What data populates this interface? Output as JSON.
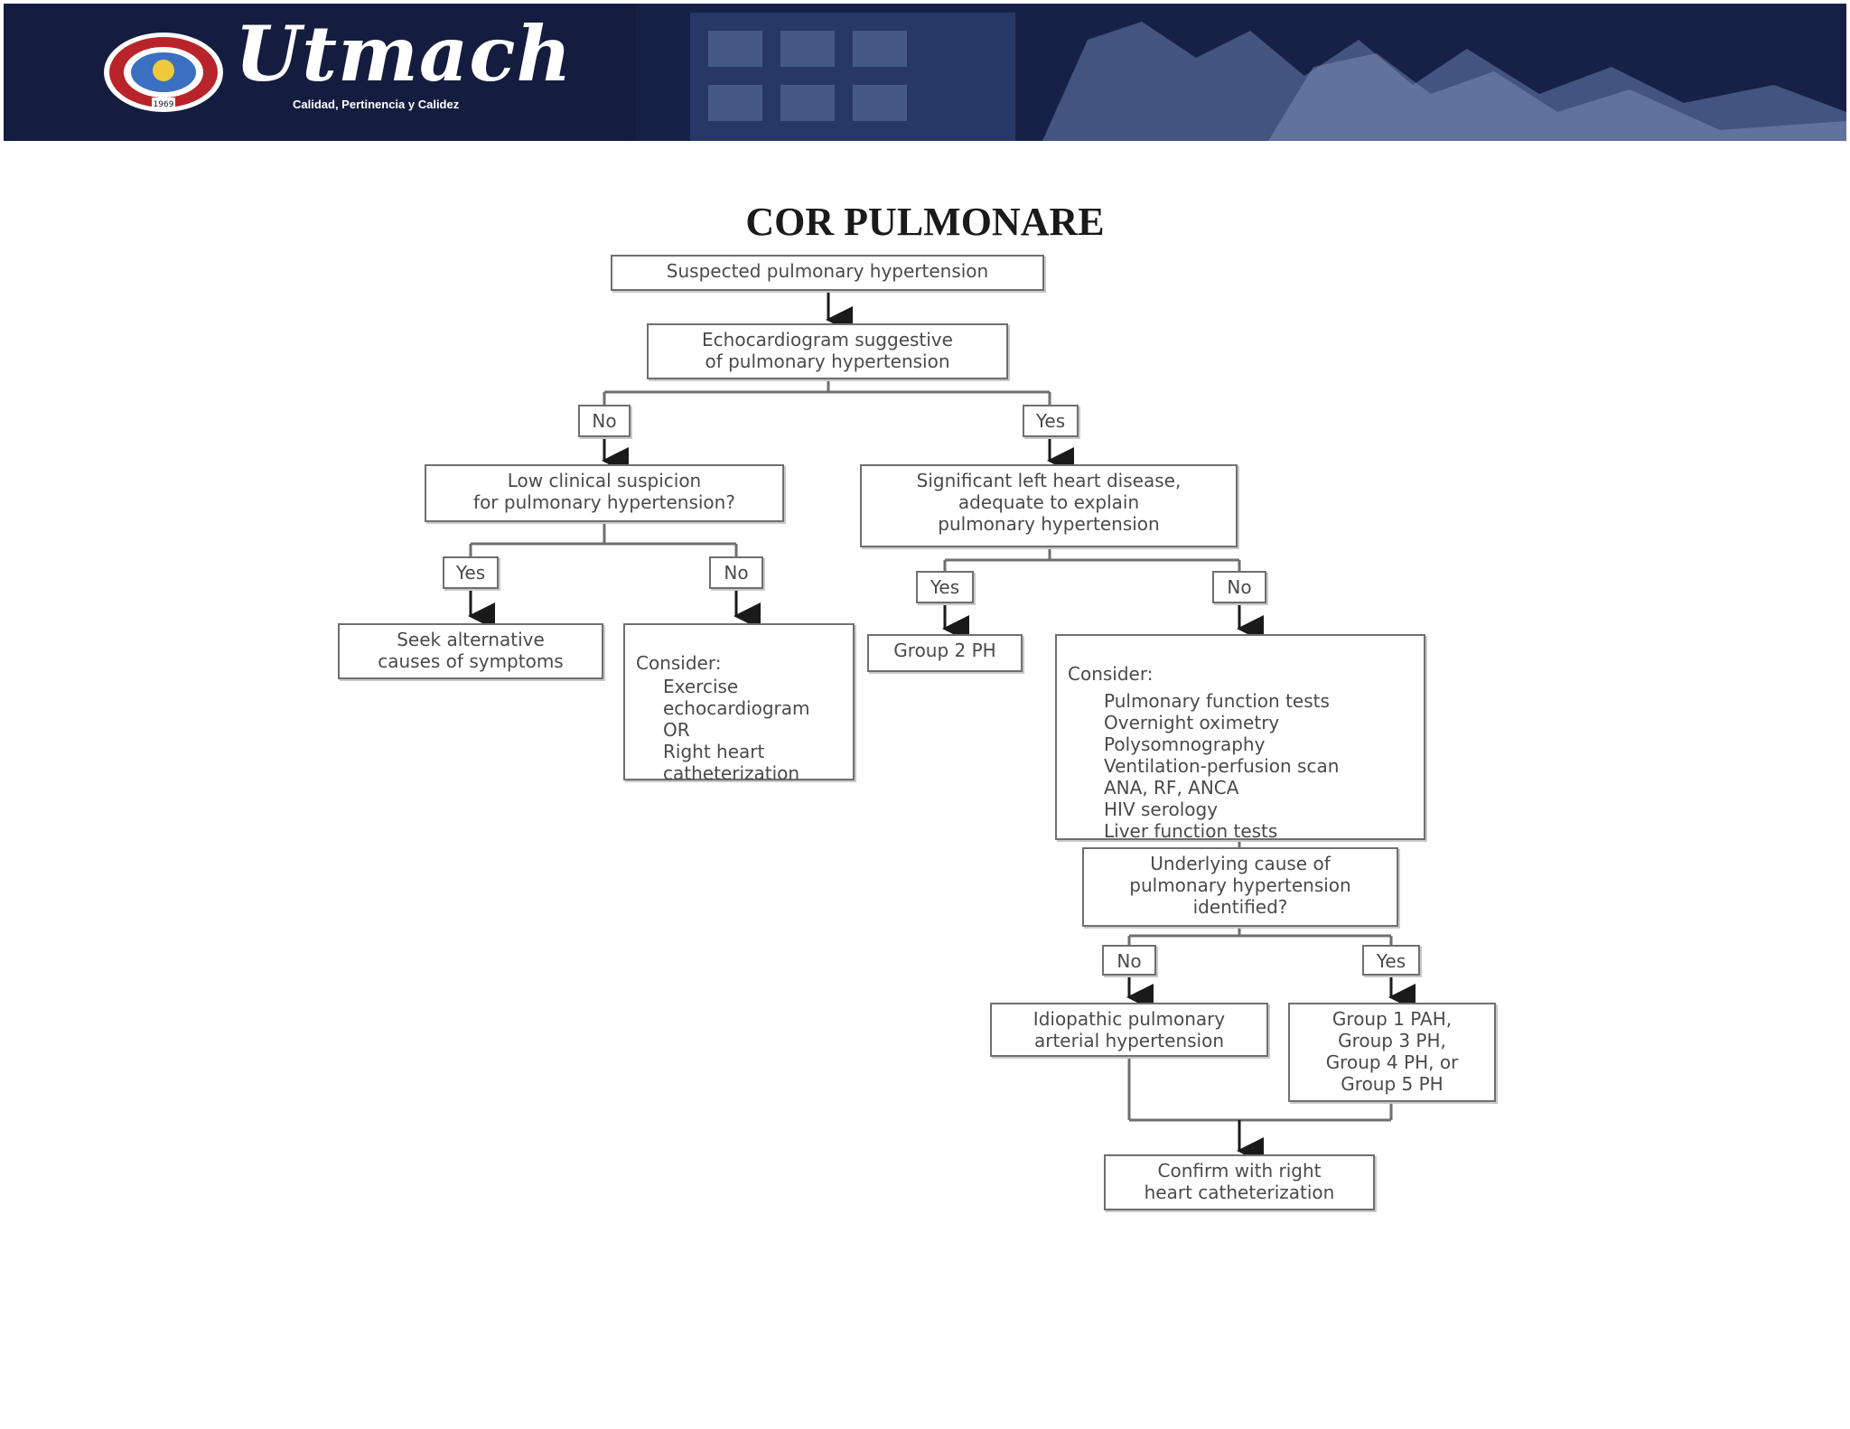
{
  "header": {
    "logo_word": "Utmach",
    "logo_tagline": "Calidad, Pertinencia y Calidez",
    "seal_year": "1969"
  },
  "title": "COR PULMONARE",
  "flowchart": {
    "start": "Suspected pulmonary hypertension",
    "echo": "Echocardiogram suggestive\nof pulmonary hypertension",
    "no_1": "No",
    "yes_1": "Yes",
    "low_suspicion": "Low clinical suspicion\nfor pulmonary hypertension?",
    "left_heart": "Significant left heart disease,\nadequate to explain\npulmonary hypertension",
    "yes_2": "Yes",
    "no_2": "No",
    "yes_3": "Yes",
    "no_3": "No",
    "seek_alternative": "Seek alternative\ncauses of symptoms",
    "consider_a_title": "Consider:",
    "consider_a_body": "Exercise\nechocardiogram\n      OR\nRight heart\ncatheterization",
    "group2": "Group 2 PH",
    "consider_b_title": "Consider:",
    "consider_b_body": "Pulmonary function tests\nOvernight oximetry\nPolysomnography\nVentilation-perfusion scan\nANA, RF, ANCA\nHIV serology\nLiver function tests",
    "underlying": "Underlying cause of\npulmonary hypertension\nidentified?",
    "no_4": "No",
    "yes_4": "Yes",
    "idiopathic": "Idiopathic pulmonary\narterial hypertension",
    "groups": "Group 1 PAH,\nGroup 3 PH,\nGroup 4 PH, or\nGroup 5 PH",
    "confirm": "Confirm with right\nheart catheterization"
  }
}
